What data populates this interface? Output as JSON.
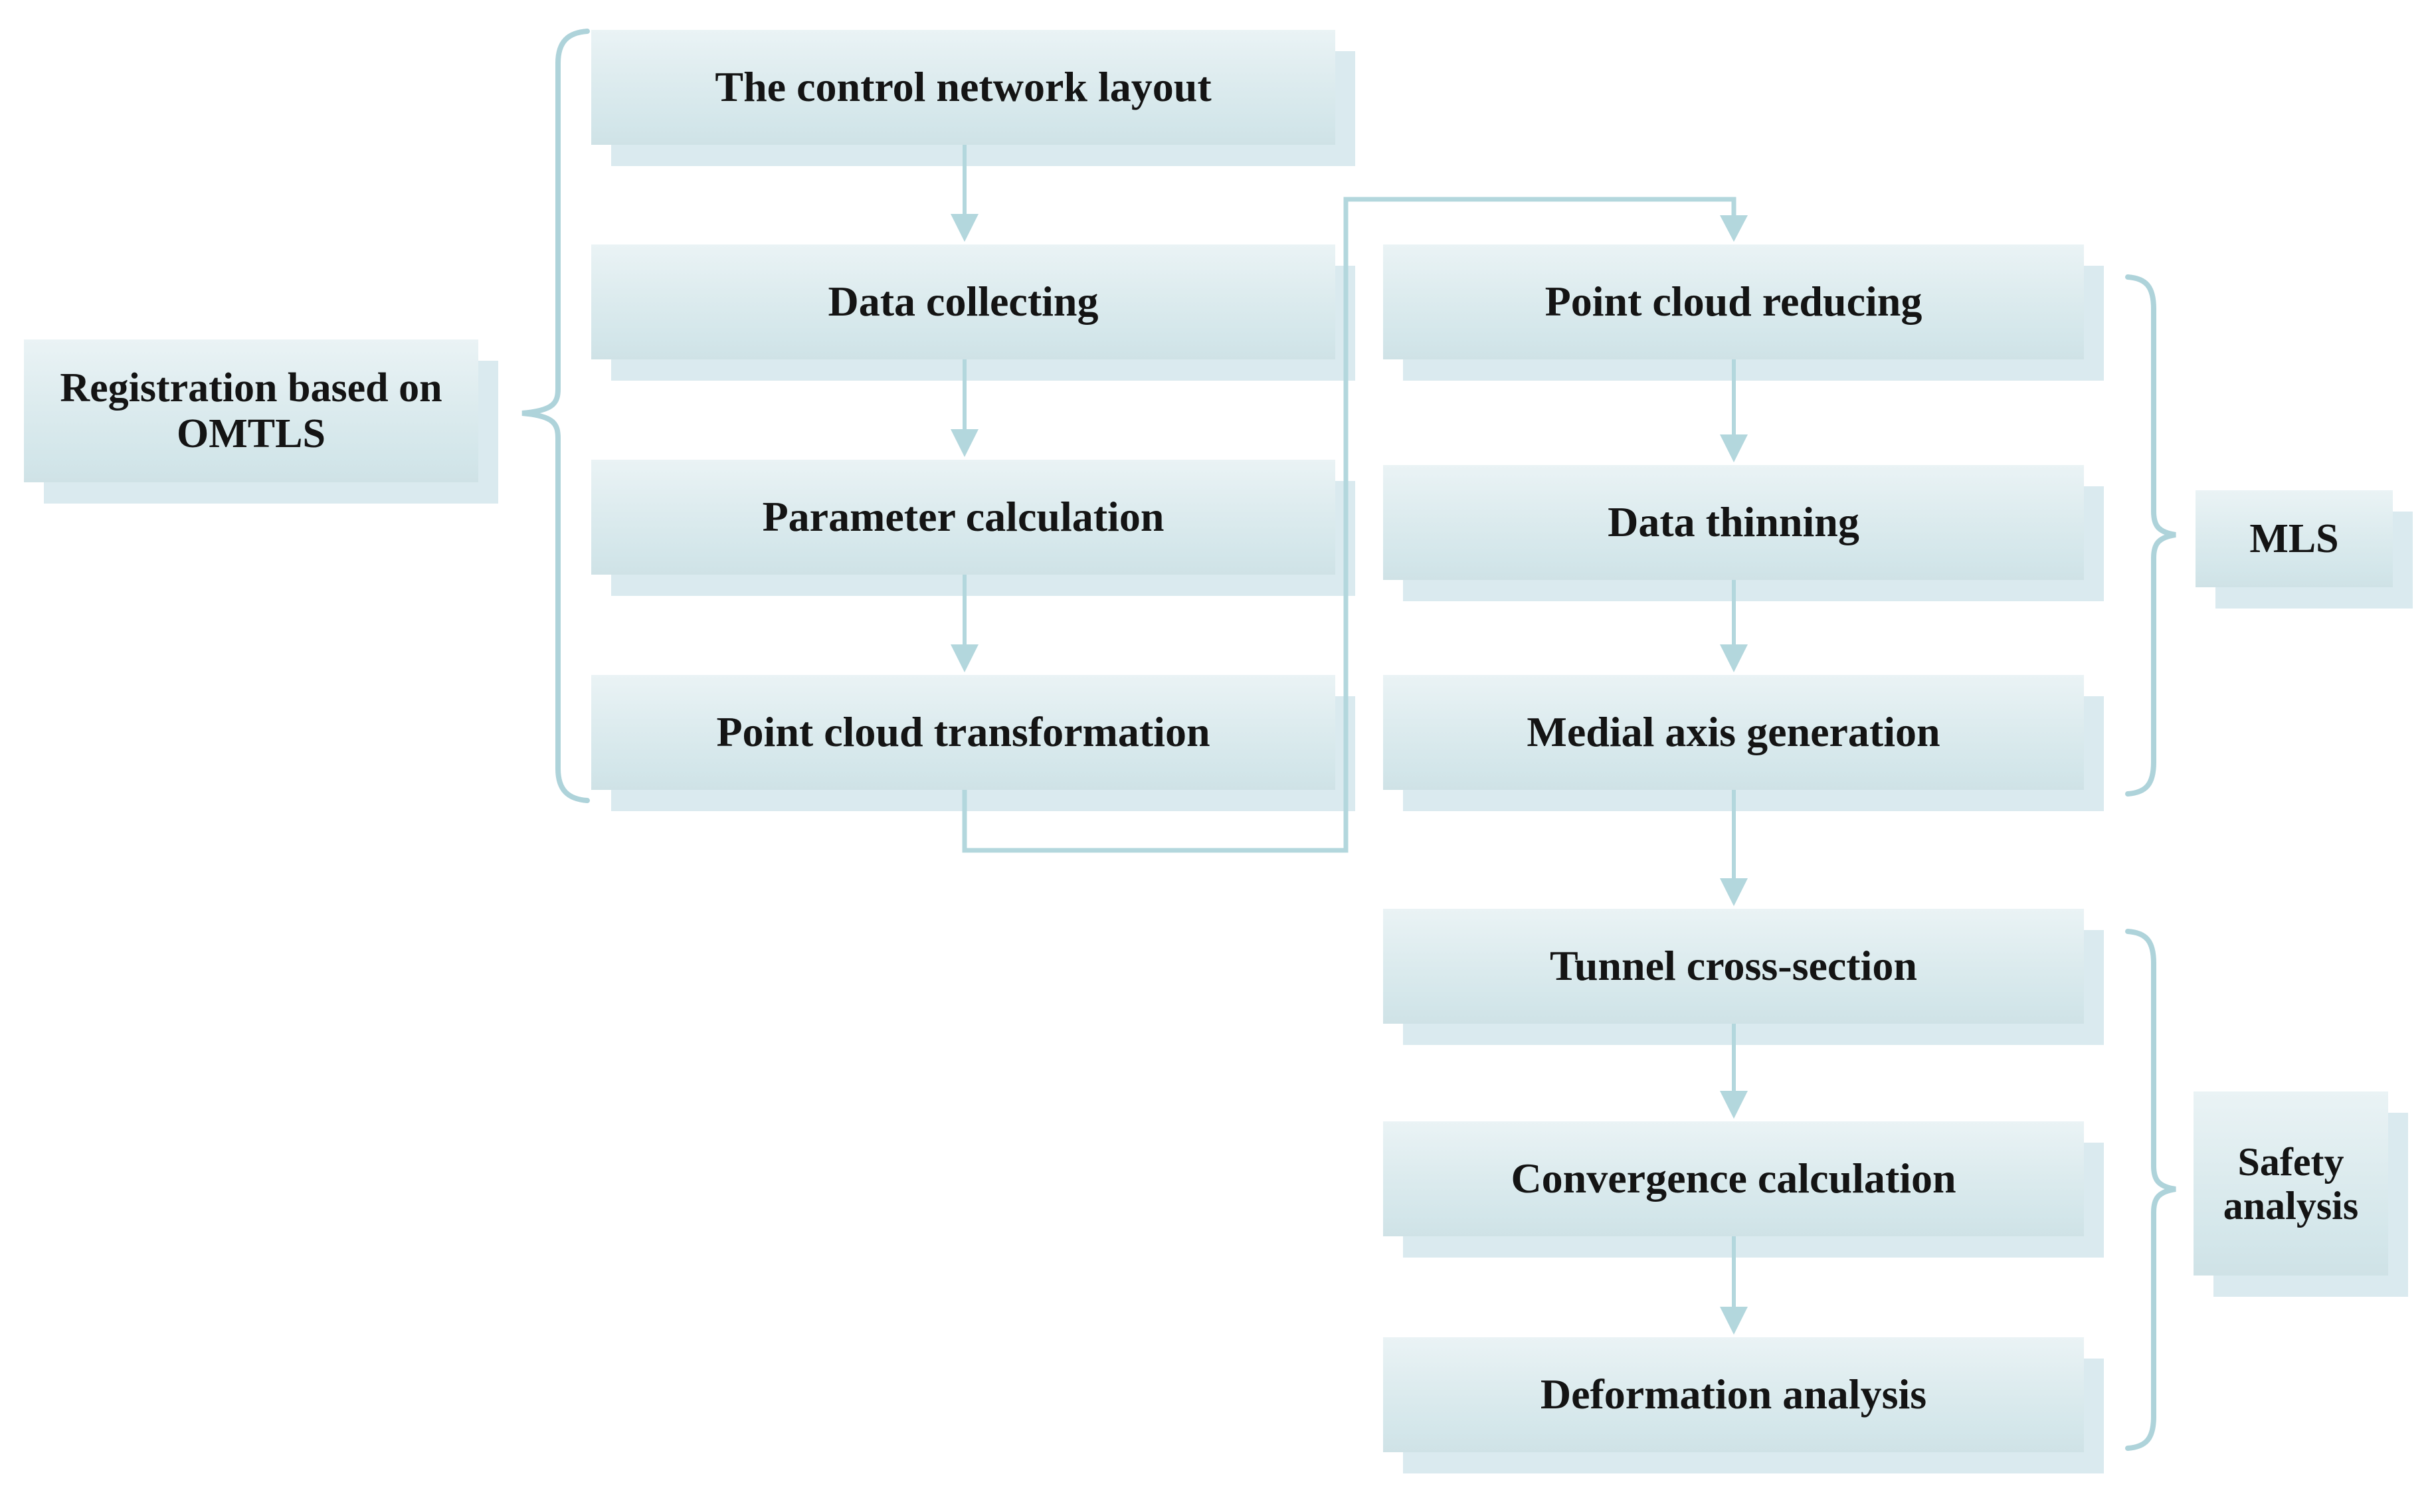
{
  "diagram": {
    "type": "flowchart",
    "colors": {
      "box_fill": "#dcebee",
      "box_shadow": "#bbd9e1",
      "line": "#aed3da",
      "text": "#141414",
      "background": "#ffffff"
    },
    "nodes": {
      "left": [
        "The control network layout",
        "Data collecting",
        "Parameter calculation",
        "Point cloud transformation"
      ],
      "right": [
        "Point cloud reducing",
        "Data thinning",
        "Medial axis generation",
        "Tunnel cross-section",
        "Convergence calculation",
        "Deformation analysis"
      ]
    },
    "groups": {
      "registration": {
        "line1": "Registration based on",
        "line2": "OMTLS"
      },
      "mls": {
        "label": "MLS"
      },
      "safety": {
        "line1": "Safety",
        "line2": "analysis"
      }
    }
  }
}
